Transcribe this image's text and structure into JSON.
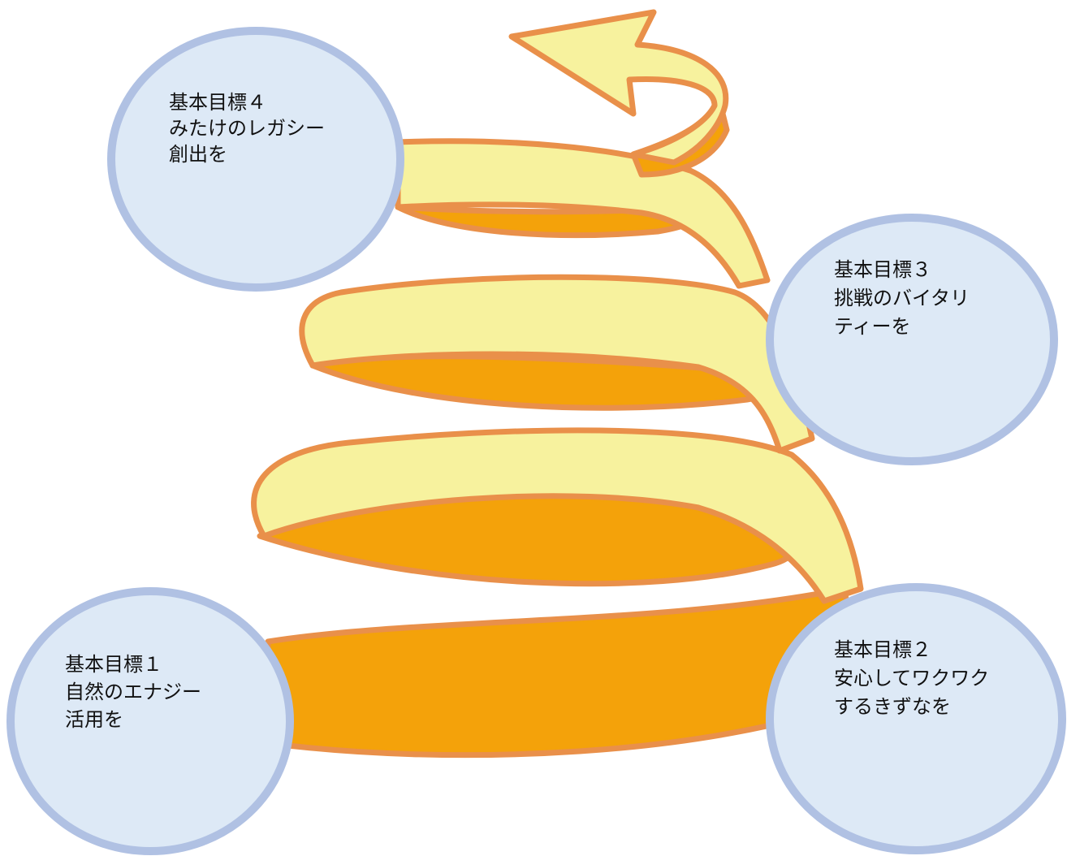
{
  "colors": {
    "ribbon_front": "#f7f29e",
    "ribbon_back": "#f4a20a",
    "ribbon_outline": "#e9904a",
    "circle_fill": "#dde9f6",
    "circle_border": "#b0c1e3",
    "text": "#111111"
  },
  "goals": [
    {
      "title": "基本目標１",
      "line1": "自然のエナジー",
      "line2": "活用を"
    },
    {
      "title": "基本目標２",
      "line1": "安心してワクワク",
      "line2": "するきずなを"
    },
    {
      "title": "基本目標３",
      "line1": "挑戦のバイタリ",
      "line2": "ティーを"
    },
    {
      "title": "基本目標４",
      "line1": "みたけのレガシー",
      "line2": "創出を"
    }
  ]
}
